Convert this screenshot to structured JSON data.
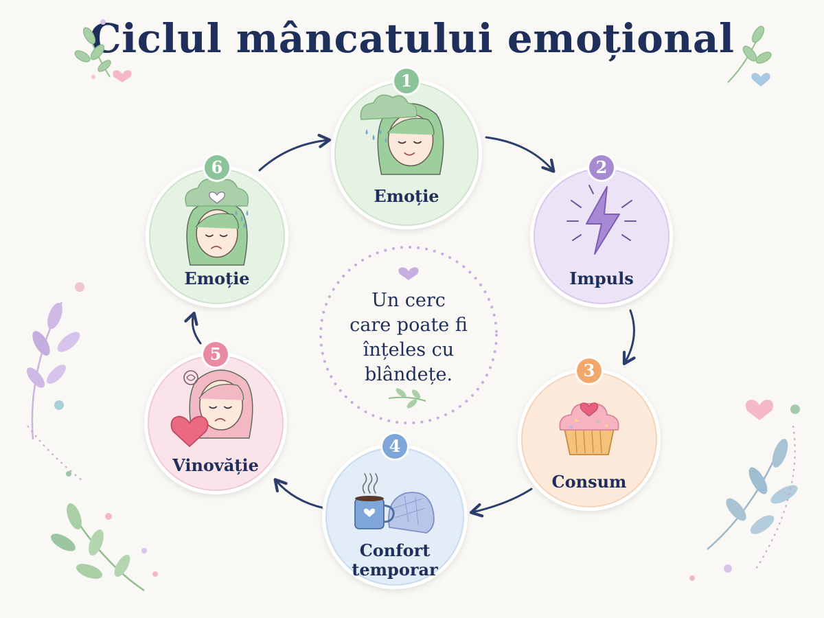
{
  "title": "Ciclul mâncatului emoțional",
  "center_message": [
    "Un cerc",
    "care poate fi",
    "înțeles cu",
    "blândețe."
  ],
  "colors": {
    "navy": "#1f2f5c",
    "green": "#8bc49a",
    "purple": "#a68bd1",
    "orange": "#f3a86b",
    "blue": "#7ea6d8",
    "pink": "#e98aa3"
  },
  "steps": [
    {
      "number": "1",
      "label": [
        "Emoție"
      ],
      "icon": "rain-cloud-face-icon",
      "theme": "green"
    },
    {
      "number": "2",
      "label": [
        "Impuls"
      ],
      "icon": "lightning-icon",
      "theme": "purple"
    },
    {
      "number": "3",
      "label": [
        "Consum"
      ],
      "icon": "cupcake-icon",
      "theme": "orange"
    },
    {
      "number": "4",
      "label": [
        "Confort",
        "temporar"
      ],
      "icon": "mug-blanket-icon",
      "theme": "blue"
    },
    {
      "number": "5",
      "label": [
        "Vinovăție"
      ],
      "icon": "sad-face-heart-icon",
      "theme": "pink"
    },
    {
      "number": "6",
      "label": [
        "Emoție"
      ],
      "icon": "cloud-heart-face-icon",
      "theme": "green"
    }
  ]
}
